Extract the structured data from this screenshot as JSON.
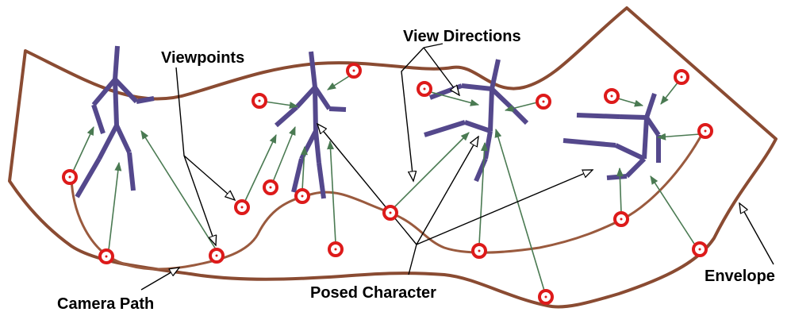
{
  "labels": {
    "viewpoints": "Viewpoints",
    "view_directions": "View Directions",
    "posed_character": "Posed Character",
    "camera_path": "Camera Path",
    "envelope": "Envelope"
  },
  "colors": {
    "envelope": "#8a4b32",
    "camera_path": "#9a5a3e",
    "character": "#54488c",
    "view_direction": "#4a7a52",
    "viewpoint": "#dd1a1a",
    "callout": "#000000"
  }
}
